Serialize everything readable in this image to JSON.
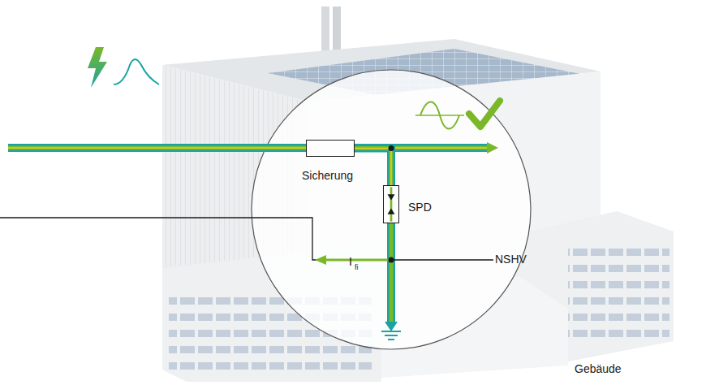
{
  "diagram": {
    "nodes": [
      {
        "text": [
          "Sicherung"
        ]
      },
      {
        "text": [
          "SPD"
        ]
      }
    ],
    "edges": [
      {
        "from": 0,
        "to": 1,
        "arrow": "none"
      }
    ],
    "labels": [
      "I",
      "fi",
      "NSHV",
      "Gebäude"
    ]
  }
}
